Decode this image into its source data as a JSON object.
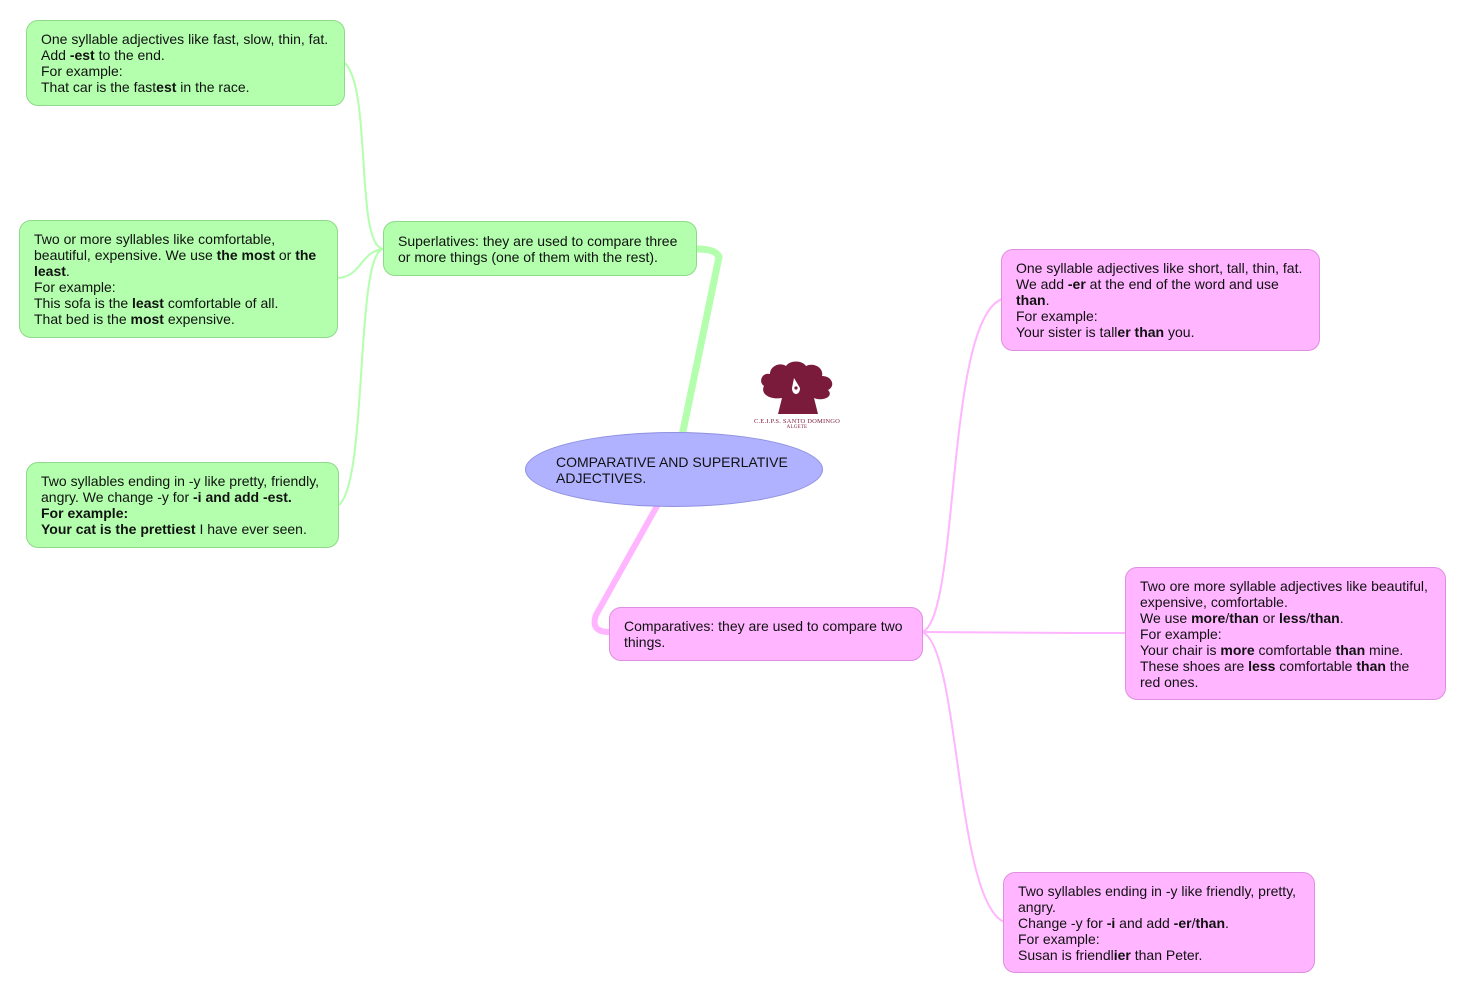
{
  "colors": {
    "superlative_fill": "#b3ffad",
    "comparative_fill": "#ffb5ff",
    "center_fill": "#b0b1ff",
    "logo": "#7a1b3c"
  },
  "center": {
    "line1": "COMPARATIVE AND SUPERLATIVE",
    "line2": "ADJECTIVES."
  },
  "logo": {
    "icon": "tree-logo-icon",
    "caption_school": "C.E.I.P.S. SANTO DOMINGO",
    "caption_town": "ALGETE"
  },
  "superlatives": {
    "line1": "Superlatives: they are used to compare three",
    "line2": "or more things (one of them with the rest).",
    "one_syllable": {
      "l1": "One syllable adjectives like fast, slow, thin, fat.",
      "l2_a": "Add ",
      "l2_b": "-est",
      "l2_c": " to the end.",
      "l3": "For example:",
      "l4_a": "That car is the fast",
      "l4_b": "est",
      "l4_c": " in the race."
    },
    "two_or_more": {
      "l1": "Two or more syllables like comfortable,",
      "l2_a": "beautiful, expensive. We use ",
      "l2_b": "the most",
      "l2_c": " or ",
      "l2_d": "the",
      "l3_a": "least",
      "l3_b": ".",
      "l4": "For example:",
      "l5_a": "This sofa is the ",
      "l5_b": "least",
      "l5_c": " comfortable of all.",
      "l6_a": "That bed is the ",
      "l6_b": "most",
      "l6_c": " expensive."
    },
    "ending_y": {
      "l1": "Two syllables ending in -y like pretty, friendly,",
      "l2_a": "angry. We change -y for ",
      "l2_b": "-i and add -est.",
      "l3": "For example:",
      "l4_a": "Your cat is the prettiest",
      "l4_b": " I have ever seen."
    }
  },
  "comparatives": {
    "line1": "Comparatives: they are used to compare two",
    "line2": "things.",
    "one_syllable": {
      "l1": "One syllable adjectives like short, tall, thin, fat.",
      "l2_a": "We add ",
      "l2_b": "-er",
      "l2_c": " at the end of the word and use",
      "l3_a": "than",
      "l3_b": ".",
      "l4": "For example:",
      "l5_a": "Your sister is tall",
      "l5_b": "er than",
      "l5_c": " you."
    },
    "two_or_more": {
      "l1": "Two ore more syllable adjectives like beautiful,",
      "l2": "expensive, comfortable.",
      "l3_a": "We use ",
      "l3_b": "more",
      "l3_c": "/",
      "l3_d": "than",
      "l3_e": " or ",
      "l3_f": "less",
      "l3_g": "/",
      "l3_h": "than",
      "l3_i": ".",
      "l4": "For example:",
      "l5_a": "Your chair is ",
      "l5_b": "more",
      "l5_c": " comfortable ",
      "l5_d": "than",
      "l5_e": " mine.",
      "l6_a": "These shoes are ",
      "l6_b": "less",
      "l6_c": " comfortable ",
      "l6_d": "than",
      "l6_e": " the",
      "l7": "red ones."
    },
    "ending_y": {
      "l1": "Two syllables ending in -y like friendly, pretty,",
      "l2": "angry.",
      "l3_a": "Change -y for ",
      "l3_b": "-i",
      "l3_c": " and add ",
      "l3_d": "-er",
      "l3_e": "/",
      "l3_f": "than",
      "l3_g": ".",
      "l4": "For example:",
      "l5_a": "Susan is friendl",
      "l5_b": "ier",
      "l5_c": " than Peter."
    }
  }
}
